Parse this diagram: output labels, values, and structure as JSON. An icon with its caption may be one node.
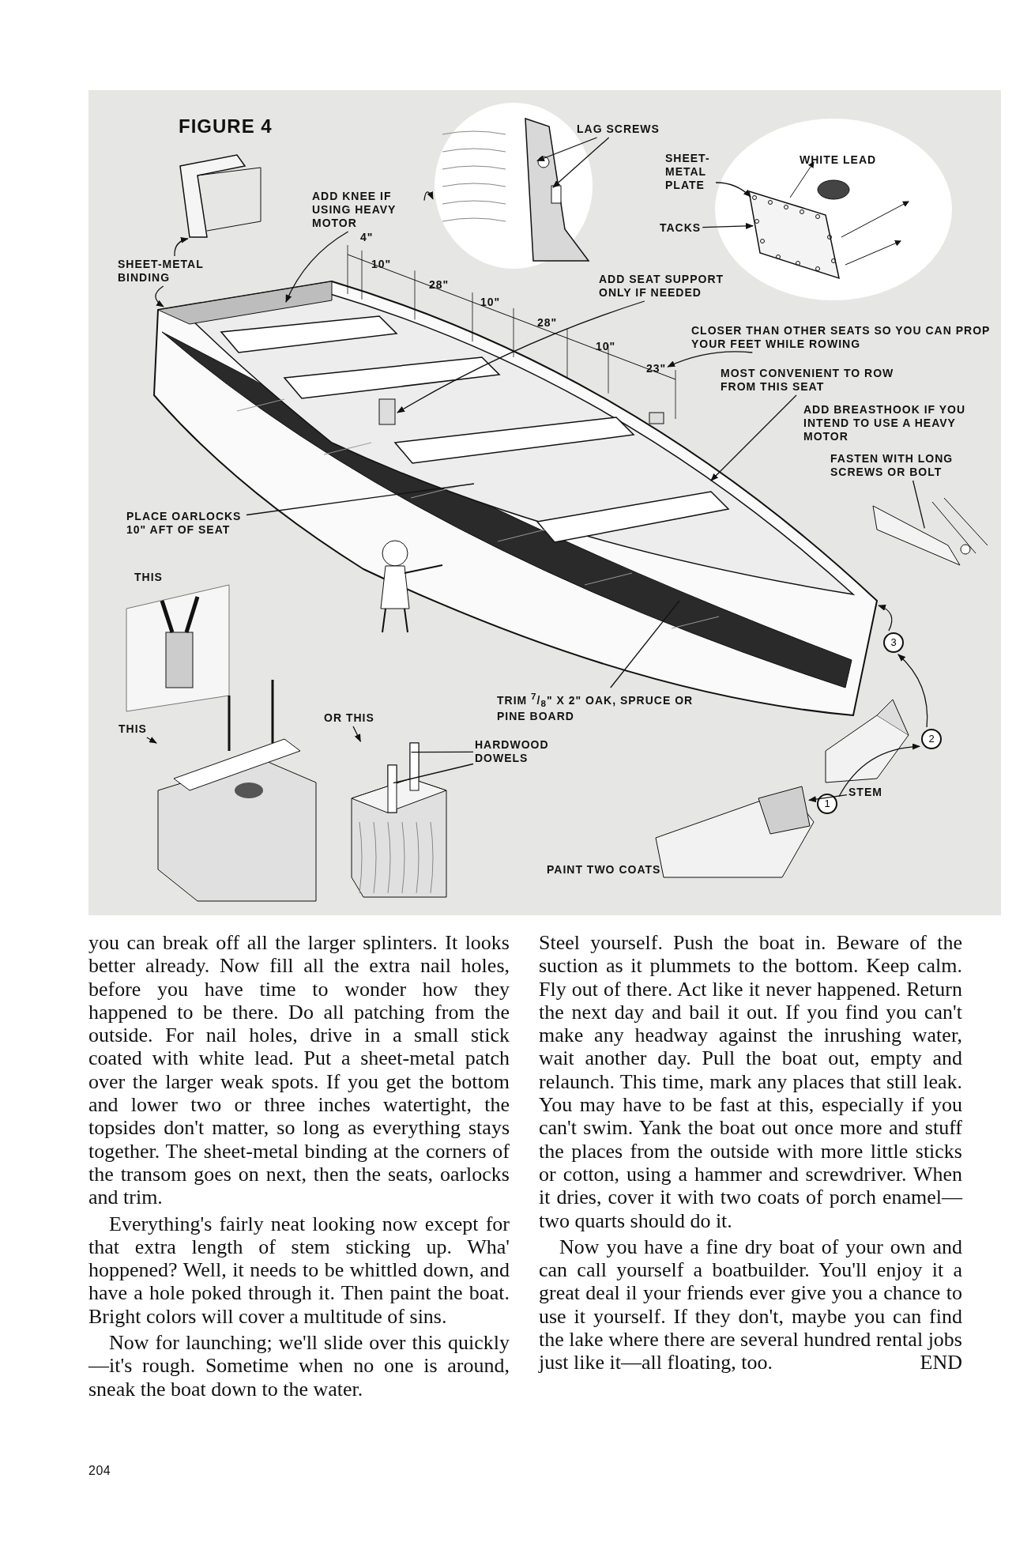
{
  "diagram": {
    "title": "FIGURE 4",
    "nodes": [
      {
        "text": [
          "SHEET-METAL BINDING"
        ]
      },
      {
        "text": [
          "ADD KNEE IF USING HEAVY MOTOR"
        ]
      },
      {
        "text": [
          "LAG SCREWS"
        ]
      },
      {
        "text": [
          "SHEET-METAL PLATE"
        ]
      },
      {
        "text": [
          "TACKS"
        ]
      },
      {
        "text": [
          "ADD SEAT SUPPORT ONLY IF NEEDED"
        ]
      },
      {
        "text": [
          "CLOSER THAN OTHER SEATS SO YOU CAN PROP YOUR FEET WHILE ROWING"
        ]
      },
      {
        "text": [
          "MOST CONVENIENT TO ROW FROM THIS SEAT"
        ]
      },
      {
        "text": [
          "FASTEN WITH LONG SCREWS OR BOLT"
        ]
      },
      {
        "text": [
          "PLACE OARLOCKS 10\" AFT OF SEAT"
        ]
      },
      {
        "text": [
          "THIS"
        ]
      },
      {
        "text": [
          "OR THIS"
        ]
      },
      {
        "text": [
          "TRIM $^{7}$/$_{8}$\" X 2\" OAK, SPRUCE OR PINE BOARD"
        ]
      },
      {
        "text": [
          "HARDWOOD DOWELS"
        ]
      },
      {
        "text": [
          "STEM"
        ]
      },
      {
        "text": [
          "1"
        ]
      },
      {
        "text": [
          "2"
        ]
      },
      {
        "text": [
          "3"
        ]
      },
      {
        "text": [
          "23\""
        ]
      },
      {
        "text": [],
        "shape": "picture"
      },
      {
        "text": [],
        "shape": "picture"
      },
      {
        "text": [],
        "shape": "picture"
      },
      {
        "text": [],
        "shape": "picture"
      },
      {
        "text": [],
        "shape": "picture"
      },
      {
        "text": [],
        "shape": "picture"
      },
      {
        "text": [],
        "shape": "picture"
      }
    ],
    "edges": [
      {
        "from": 0,
        "to": 19,
        "arrow": "to"
      },
      {
        "from": 0,
        "to": null,
        "arrow": "to"
      },
      {
        "from": 1,
        "to": 20,
        "arrow": "to"
      },
      {
        "from": 1,
        "to": null,
        "arrow": "to"
      },
      {
        "from": 2,
        "to": 20,
        "arrow": "to"
      },
      {
        "from": 2,
        "to": 20,
        "arrow": "to"
      },
      {
        "from": 3,
        "to": 21,
        "arrow": "to"
      },
      {
        "from": 4,
        "to": 21,
        "arrow": "to"
      },
      {
        "from": 5,
        "to": null,
        "arrow": "to"
      },
      {
        "from": 6,
        "to": 18,
        "arrow": "to"
      },
      {
        "from": 7,
        "to": null,
        "arrow": "to"
      },
      {
        "from": 8,
        "to": 22,
        "arrow": "none"
      },
      {
        "from": 9,
        "to": null,
        "arrow": "none"
      },
      {
        "from": 10,
        "to": 23,
        "arrow": "to"
      },
      {
        "from": 11,
        "to": 24,
        "arrow": "to"
      },
      {
        "from": 12,
        "to": null,
        "arrow": "none"
      },
      {
        "from": 13,
        "to": 24,
        "arrow": "none"
      },
      {
        "from": 13,
        "to": 24,
        "arrow": "none"
      },
      {
        "from": 14,
        "to": 25,
        "arrow": "to"
      },
      {
        "from": 15,
        "to": 16,
        "arrow": "to"
      },
      {
        "from": 16,
        "to": 17,
        "arrow": "to"
      },
      {
        "from": 17,
        "to": null,
        "arrow": "to"
      }
    ],
    "labels": [
      "WHITE LEAD",
      "4\"",
      "10\"",
      "28\"",
      "10\"",
      "28\"",
      "10\"",
      "ADD BREASTHOOK IF YOU INTEND TO USE A HEAVY MOTOR",
      "THIS",
      "PAINT TWO COATS",
      "you can break off all the larger splinters. It looks better already. Now fill all the extra nail holes, before you have time to wonder how they happened to be there. Do all patching from the outside. For nail holes, drive in a small stick coated with white lead. Put a sheet-metal patch over the larger weak spots. If you get the bottom and lower two or three inches watertight, the topsides don't matter, so long as everything stays together. The sheet-metal binding at the corners of the transom goes on next, then the seats, oarlocks and trim.",
      "Everything's fairly neat looking now except for that extra length of stem sticking up. Wha' hoppened? Well, it needs to be whittled down, and have a hole poked through it. Then paint the boat. Bright colors will cover a multitude of sins.",
      "Now for launching; we'll slide over this quickly—it's rough. Sometime when no one is around, sneak the boat down to the water.",
      "Steel yourself. Push the boat in. Beware of the suction as it plummets to the bottom. Keep calm. Fly out of there. Act like it never happened. Return the next day and bail it out. If you find you can't make any headway against the inrushing water, wait another day. Pull the boat out, empty and relaunch. This time, mark any places that still leak. You may have to be fast at this, especially if you can't swim. Yank the boat out once more and stuff the places from the outside with more little sticks or cotton, using a hammer and screwdriver. When it dries, cover it with two coats of porch enamel—two quarts should do it.",
      "Now you have a fine dry boat of your own and can call yourself a boatbuilder. You'll enjoy it a great deal il your friends ever give you a chance to use it yourself. If they don't, maybe you can find the lake where there are several hundred rental jobs just like it—all floating, too.",
      "END",
      "204"
    ]
  }
}
